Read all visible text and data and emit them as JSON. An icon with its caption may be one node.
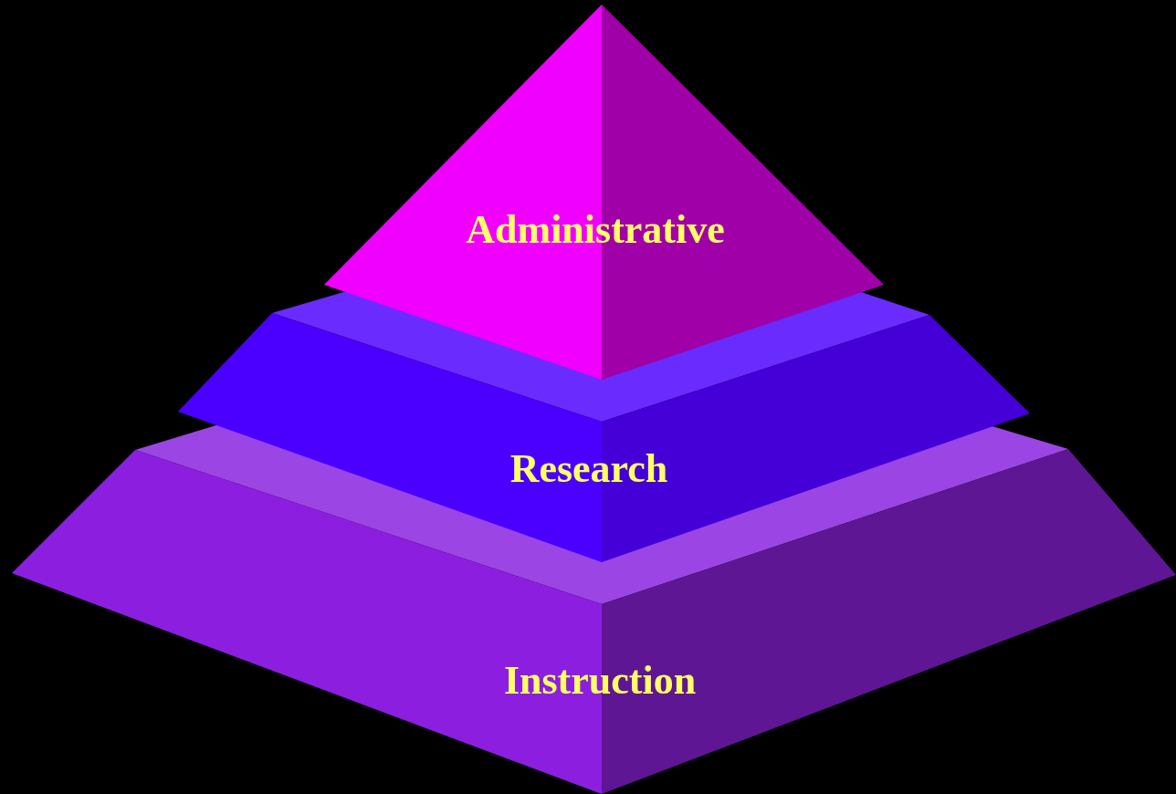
{
  "diagram": {
    "nodes": [
      {
        "text": [
          "Administrative"
        ]
      },
      {
        "text": [
          "Research"
        ]
      },
      {
        "text": [
          "Instruction"
        ]
      }
    ]
  }
}
